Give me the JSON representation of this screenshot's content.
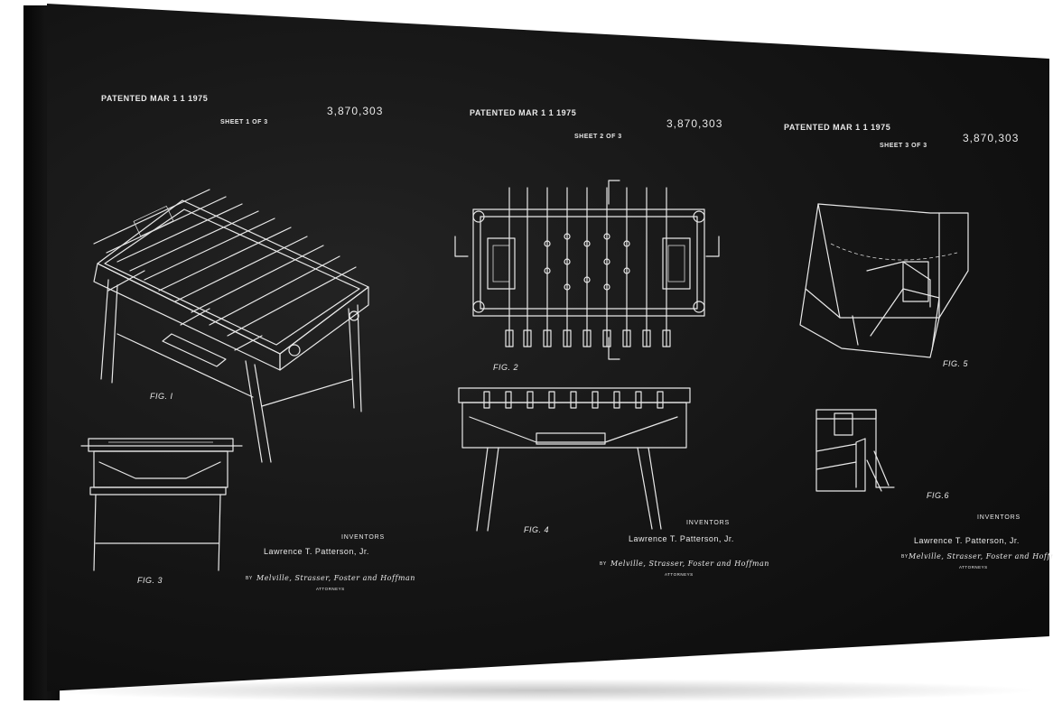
{
  "sheets": [
    {
      "patented": "PATENTED MAR 1 1 1975",
      "number": "3,870,303",
      "sheet": "SHEET 1 OF 3",
      "figures": [
        "FIG. I",
        "FIG. 3"
      ],
      "inventors_label": "INVENTORS",
      "inventor": "Lawrence T. Patterson, Jr.",
      "by": "BY",
      "attorneys_signature": "Melville, Strasser, Foster and Hoffman",
      "attorneys_label": "ATTORNEYS"
    },
    {
      "patented": "PATENTED MAR 1 1 1975",
      "number": "3,870,303",
      "sheet": "SHEET 2 OF 3",
      "figures": [
        "FIG. 2",
        "FIG. 4"
      ],
      "inventors_label": "INVENTORS",
      "inventor": "Lawrence T. Patterson, Jr.",
      "by": "BY",
      "attorneys_signature": "Melville, Strasser, Foster and Hoffman",
      "attorneys_label": "ATTORNEYS"
    },
    {
      "patented": "PATENTED MAR 1 1 1975",
      "number": "3,870,303",
      "sheet": "SHEET 3 OF 3",
      "figures": [
        "FIG. 5",
        "FIG.6"
      ],
      "inventors_label": "INVENTORS",
      "inventor": "Lawrence T. Patterson, Jr.",
      "by": "BY",
      "attorneys_signature": "Melville, Strasser, Foster and Hoffman",
      "attorneys_label": "ATTORNEYS"
    }
  ],
  "colors": {
    "chalkboard": "#141414",
    "chalk": "#e8e8e8",
    "background": "#ffffff"
  }
}
